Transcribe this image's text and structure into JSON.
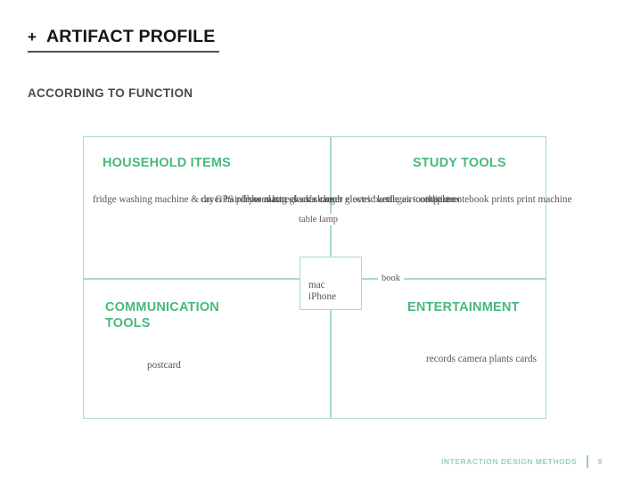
{
  "header": {
    "plus": "+",
    "title": "ARTIFACT PROFILE",
    "subtitle": "ACCORDING TO FUNCTION"
  },
  "colors": {
    "heading_green": "#48b97c",
    "line_green": "#a8dcbd",
    "footer_green": "#93d3ae",
    "body_text": "#57555a",
    "title_text": "#141414"
  },
  "matrix": {
    "quadrants": {
      "household": {
        "heading": "HOUSEHOLD ITEMS",
        "columns": [
          "fridge\nwashing machine & dryer\nhairdryer\nalarm clock\ncharger\nelectric kettle\nair-conditioner",
          "car\nGPS\npillow\nmattress\nsofa\ncloset",
          "shoes\nbag\nglasses\ncomb\ngloves\nbandages\ntoothpaste"
        ]
      },
      "study": {
        "heading": "STUDY TOOLS",
        "items": "staple\nnotebook\nprints\nprint machine"
      },
      "communication": {
        "heading": "COMMUNICATION\nTOOLS",
        "items": "postcard"
      },
      "entertainment": {
        "heading": "ENTERTAINMENT",
        "items": "records\ncamera\nplants\ncards"
      }
    },
    "center_node": {
      "items": "mac\niPhone"
    },
    "edge_labels": {
      "top": "table lamp",
      "right": "book"
    }
  },
  "footer": {
    "course": "INTERACTION DESIGN METHODS",
    "page": "9"
  }
}
